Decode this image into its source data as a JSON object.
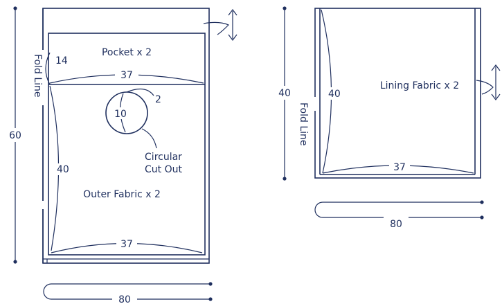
{
  "left_pattern": {
    "height_label": "60",
    "fold_label": "Fold Line",
    "pocket_label": "Pocket x 2",
    "pocket_height_label": "14",
    "pocket_width_label": "37",
    "circle_offset_label": "2",
    "circle_diameter_label": "10",
    "circle_label_line1": "Circular",
    "circle_label_line2": "Cut Out",
    "curve_length_label": "40",
    "fabric_label": "Outer Fabric x 2",
    "bottom_width_label": "37",
    "strap_label": "80"
  },
  "right_pattern": {
    "height_label": "40",
    "curve_length_label": "40",
    "fabric_label": "Lining Fabric x 2",
    "fold_label": "Fold Line",
    "bottom_width_label": "37",
    "strap_label": "80"
  },
  "colors": {
    "ink": "#1f2f5e",
    "paper": "#ffffff"
  }
}
